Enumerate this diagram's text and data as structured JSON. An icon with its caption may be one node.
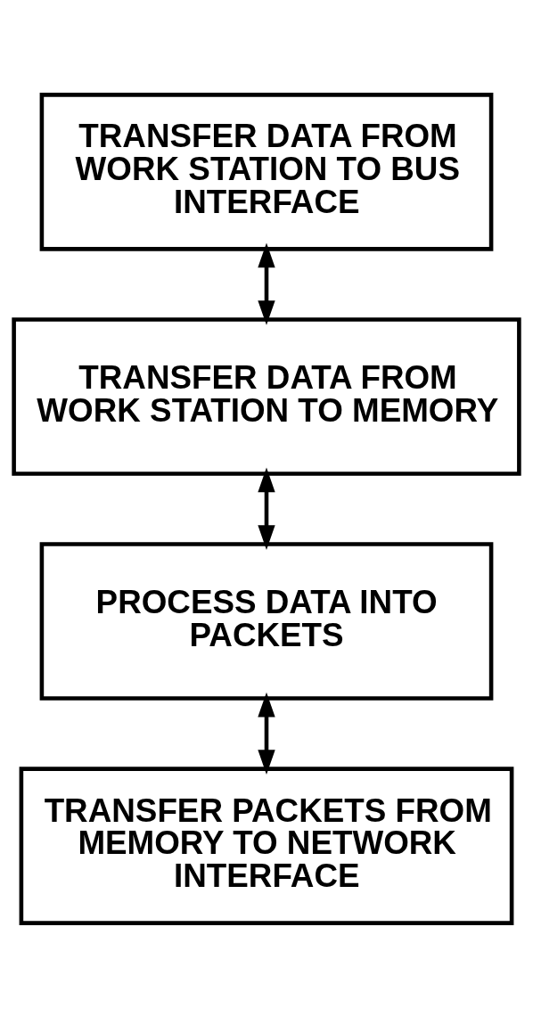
{
  "diagram": {
    "nodes": [
      {
        "text": [
          "TRANSFER DATA FROM WORK STATION TO BUS INTERFACE"
        ]
      },
      {
        "text": [
          "TRANSFER DATA FROM WORK STATION TO MEMORY"
        ]
      },
      {
        "text": [
          "PROCESS DATA INTO PACKETS"
        ]
      },
      {
        "text": [
          "TRANSFER PACKETS FROM MEMORY TO NETWORK INTERFACE"
        ]
      }
    ],
    "edges": [
      {
        "from": 0,
        "to": 1,
        "arrow": "both"
      },
      {
        "from": 1,
        "to": 2,
        "arrow": "both"
      },
      {
        "from": 2,
        "to": 3,
        "arrow": "both"
      }
    ]
  }
}
